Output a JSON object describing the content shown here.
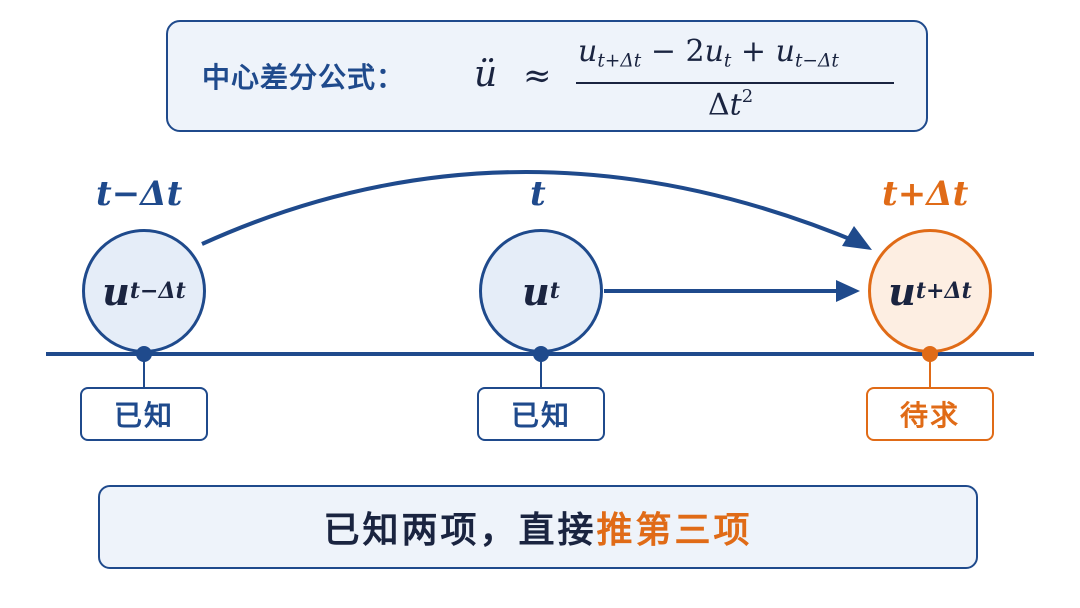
{
  "formula": {
    "label": "中心差分公式：",
    "lhs": "ü",
    "approx": "≈",
    "numerator": {
      "u": "u",
      "sub1": "t+Δt",
      "minus": " − 2",
      "sub2": "t",
      "plus": " + ",
      "sub3": "t−Δt"
    },
    "denominator": {
      "delta": "Δ",
      "t": "t",
      "power": "2"
    }
  },
  "time_labels": {
    "prev": "t−Δt",
    "current": "t",
    "next": "t+Δt"
  },
  "nodes": {
    "prev": {
      "symbol": "u",
      "sub": "t−Δt",
      "status": "已知"
    },
    "current": {
      "symbol": "u",
      "sub": "t",
      "status": "已知"
    },
    "next": {
      "symbol": "u",
      "sub": "t+Δt",
      "status": "待求"
    }
  },
  "summary": {
    "normal": "已知两项，直接",
    "highlight": "推第三项"
  },
  "colors": {
    "blue": "#1f4a8c",
    "orange": "#e06b17",
    "dark": "#1a2440"
  }
}
